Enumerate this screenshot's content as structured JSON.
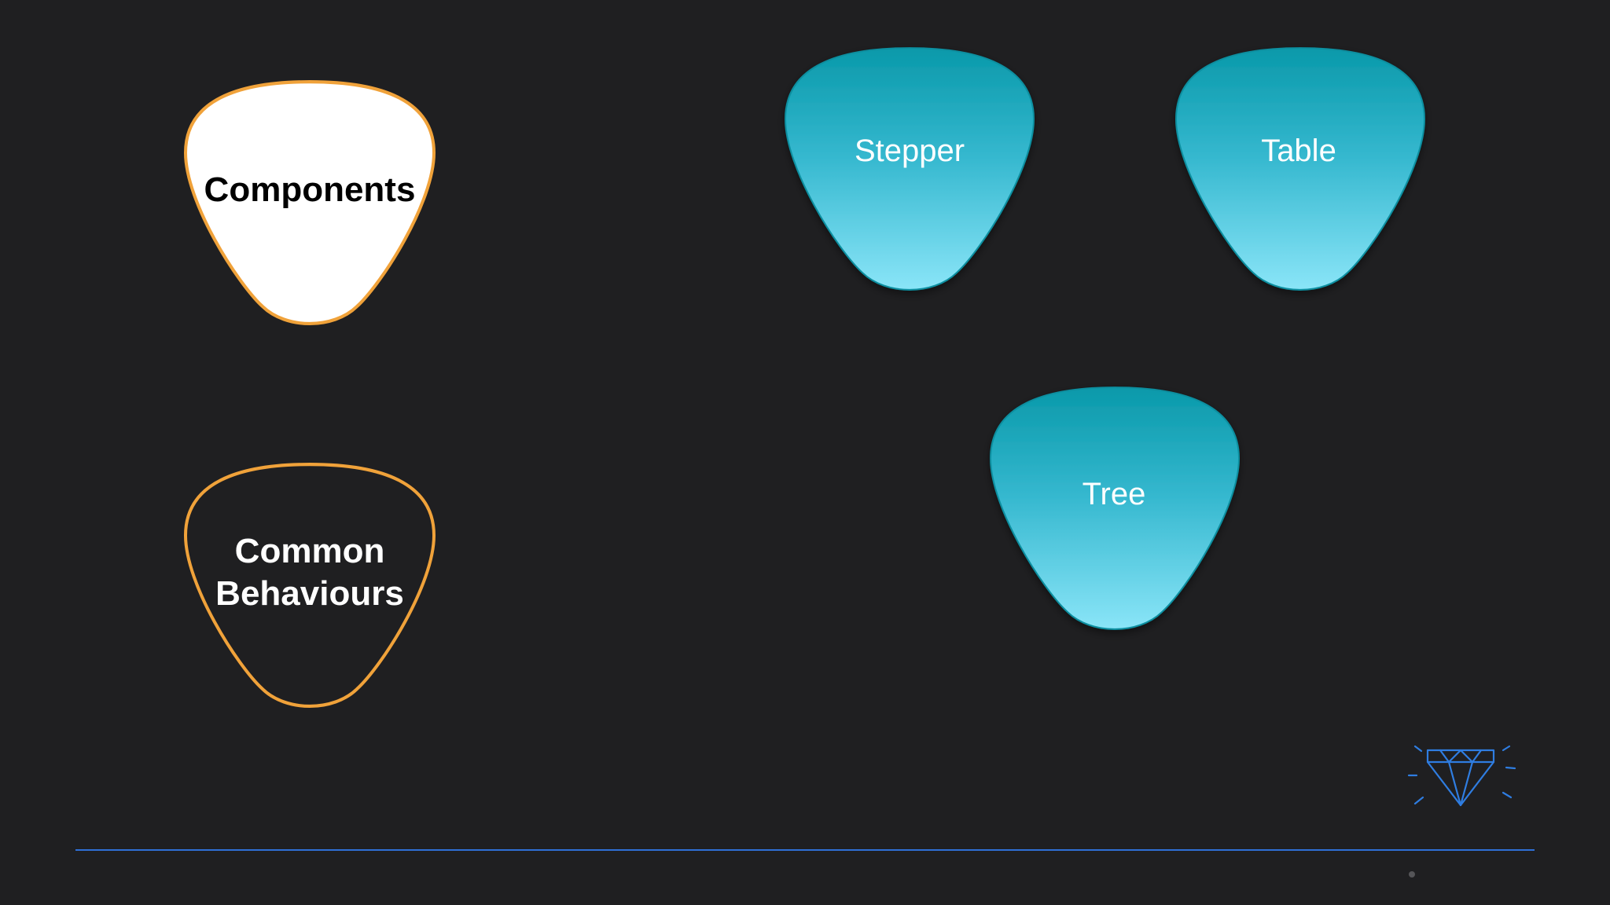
{
  "slide": {
    "background_color": "#1f1f21",
    "accent_line_color": "#2f6fd6",
    "accent_orange": "#f0a23a",
    "teal_top": "#0a9aab",
    "teal_bottom": "#86e3f7"
  },
  "picks": {
    "components": {
      "label": "Components",
      "icon": "guitar-pick-shape"
    },
    "common_behaviours": {
      "line1": "Common",
      "line2": "Behaviours",
      "icon": "guitar-pick-shape"
    },
    "stepper": {
      "label": "Stepper",
      "icon": "guitar-pick-shape"
    },
    "table": {
      "label": "Table",
      "icon": "guitar-pick-shape"
    },
    "tree": {
      "label": "Tree",
      "icon": "guitar-pick-shape"
    }
  },
  "logo": {
    "icon": "diamond-icon"
  },
  "footer": {
    "indicator_icon": "page-dot-icon"
  }
}
